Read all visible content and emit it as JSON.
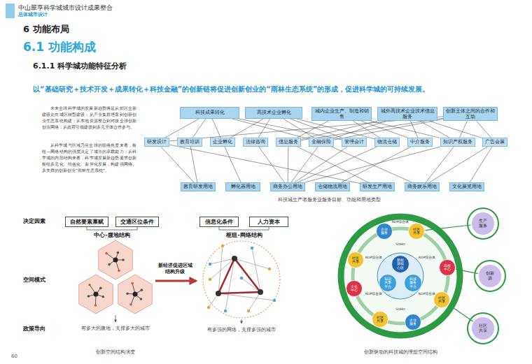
{
  "diagram": {
    "title": "6 功能布局",
    "nodes": [
      {
        "text": [
          "科技成果转化"
        ]
      },
      {
        "text": [
          "高技术企业孵化"
        ]
      },
      {
        "text": [
          "城内企业生产、制造和销售"
        ]
      },
      {
        "text": [
          "城外高技术企业技术信息服务"
        ]
      },
      {
        "text": [
          "创新主体之间的合作和互动"
        ]
      },
      {
        "text": [
          "研发设计"
        ]
      },
      {
        "text": [
          "教育培训"
        ]
      },
      {
        "text": [
          "企业孵化"
        ]
      },
      {
        "text": [
          "法律咨询"
        ]
      },
      {
        "text": [
          "信息服务"
        ]
      },
      {
        "text": [
          "金融保险"
        ]
      },
      {
        "text": [
          "管理会计"
        ]
      },
      {
        "text": [
          "物流仓储"
        ]
      },
      {
        "text": [
          "中介服务"
        ]
      },
      {
        "text": [
          "知识产权服务"
        ]
      },
      {
        "text": [
          "广告会展"
        ]
      },
      {
        "text": [
          "教育研发用地"
        ]
      },
      {
        "text": [
          "孵化器用地"
        ]
      },
      {
        "text": [
          "商务办公用地"
        ]
      },
      {
        "text": [
          "仓储物流用地"
        ]
      },
      {
        "text": [
          "研发生产用地"
        ]
      },
      {
        "text": [
          "商务娱乐用地"
        ]
      },
      {
        "text": [
          "文化展览用地"
        ]
      },
      {
        "text": [
          "自然要素禀赋"
        ]
      },
      {
        "text": [
          "交通区位条件"
        ]
      },
      {
        "text": [
          "信息化条件"
        ]
      },
      {
        "text": [
          "人力资本"
        ]
      },
      {
        "text": [
          "新能源核心区"
        ]
      },
      {
        "text": [
          "知识共享平台"
        ]
      },
      {
        "text": [
          "科技服务平台"
        ]
      },
      {
        "text": [
          "企业服务"
        ]
      },
      {
        "text": [
          "社区共享"
        ]
      },
      {
        "text": [
          "高校中心"
        ]
      },
      {
        "text": [
          "社区共享"
        ]
      },
      {
        "text": [
          "企业服务"
        ]
      },
      {
        "text": [
          "社区共享"
        ]
      },
      {
        "text": [
          "文化中心"
        ]
      },
      {
        "text": [
          "社区共享"
        ]
      },
      {
        "text": [
          "生产服务"
        ]
      },
      {
        "text": [
          "创新源"
        ]
      },
      {
        "text": [
          "社区共享"
        ]
      }
    ],
    "edges": [
      {
        "from": 0,
        "to": 5,
        "arrow": "none"
      },
      {
        "from": 0,
        "to": 6,
        "arrow": "none"
      },
      {
        "from": 0,
        "to": 7,
        "arrow": "none"
      },
      {
        "from": 0,
        "to": 10,
        "arrow": "none"
      },
      {
        "from": 0,
        "to": 11,
        "arrow": "none"
      },
      {
        "from": 1,
        "to": 7,
        "arrow": "none"
      },
      {
        "from": 1,
        "to": 8,
        "arrow": "none"
      },
      {
        "from": 1,
        "to": 10,
        "arrow": "none"
      },
      {
        "from": 1,
        "to": 11,
        "arrow": "none"
      },
      {
        "from": 1,
        "to": 12,
        "arrow": "none"
      },
      {
        "from": 2,
        "to": 9,
        "arrow": "none"
      },
      {
        "from": 2,
        "to": 12,
        "arrow": "none"
      },
      {
        "from": 2,
        "to": 13,
        "arrow": "none"
      },
      {
        "from": 2,
        "to": 14,
        "arrow": "none"
      },
      {
        "from": 3,
        "to": 9,
        "arrow": "none"
      },
      {
        "from": 3,
        "to": 10,
        "arrow": "none"
      },
      {
        "from": 3,
        "to": 13,
        "arrow": "none"
      },
      {
        "from": 3,
        "to": 14,
        "arrow": "none"
      },
      {
        "from": 3,
        "to": 15,
        "arrow": "none"
      },
      {
        "from": 4,
        "to": 5,
        "arrow": "none"
      },
      {
        "from": 4,
        "to": 9,
        "arrow": "none"
      },
      {
        "from": 4,
        "to": 10,
        "arrow": "none"
      },
      {
        "from": 4,
        "to": 14,
        "arrow": "none"
      },
      {
        "from": 4,
        "to": 15,
        "arrow": "none"
      },
      {
        "from": 5,
        "to": 16,
        "arrow": "none"
      },
      {
        "from": 5,
        "to": 20,
        "arrow": "none"
      },
      {
        "from": 6,
        "to": 16,
        "arrow": "none"
      },
      {
        "from": 7,
        "to": 17,
        "arrow": "none"
      },
      {
        "from": 8,
        "to": 18,
        "arrow": "none"
      },
      {
        "from": 9,
        "to": 18,
        "arrow": "none"
      },
      {
        "from": 9,
        "to": 20,
        "arrow": "none"
      },
      {
        "from": 10,
        "to": 18,
        "arrow": "none"
      },
      {
        "from": 10,
        "to": 21,
        "arrow": "none"
      },
      {
        "from": 11,
        "to": 18,
        "arrow": "none"
      },
      {
        "from": 12,
        "to": 18,
        "arrow": "none"
      },
      {
        "from": 13,
        "to": 19,
        "arrow": "none"
      },
      {
        "from": 14,
        "to": 18,
        "arrow": "none"
      },
      {
        "from": 14,
        "to": 21,
        "arrow": "none"
      },
      {
        "from": 15,
        "to": 22,
        "arrow": "none"
      },
      {
        "from": 15,
        "to": 21,
        "arrow": "none"
      },
      {
        "from": 31,
        "to": 38,
        "arrow": "none"
      },
      {
        "from": 32,
        "to": 39,
        "arrow": "none"
      },
      {
        "from": 33,
        "to": 40,
        "arrow": "none"
      }
    ],
    "labels": [
      "中山翠亨科学城城市设计成果整合",
      "总体城市设计",
      "6.1 功能构成",
      "6.1.1 科学城功能特征分析",
      "以“基础研究＋技术开发＋成果转化＋科技金融”的创新链将促进创新创业的“雨林生态系统”的形成，促进科学城的可持续发展。",
      "未来全球科学城的发展新趋势将是从郊区全新建设走向城区转型建设：从产业集群培育到创新创业生态系统构建；从本地资源整合到对接全球创新创业网络；从政府引领建设到多元主体合作参与。",
      "从科学城与区域乃至全球的联络角度来看，枢纽—网络结构的强度决定了城市的承载能力；从科学城的内部结构来看，科学城发展新趋势要求创新枢纽多元化、特色化、差异化发展，构建强网络、多支撑的创新创业“雨林生态系统”。",
      "科技城生产者服务业服务目标、功能和用地类型",
      "决定因素",
      "空间模式",
      "政策导向",
      "中心-腹地结构",
      "枢纽-网络结构",
      "新经济促进区域结构升级",
      "有多大的腹地，支撑多大的城市",
      "有多强的网络，支撑多强的城市",
      "创新空间结构演变",
      "创新驱动的科技城的理想空间结构",
      "60",
      "RDP综合体",
      "SOHO",
      "RDP综合体",
      "RDP综合体",
      "SOHO",
      "RDP综合体",
      "RDP综合体"
    ]
  }
}
